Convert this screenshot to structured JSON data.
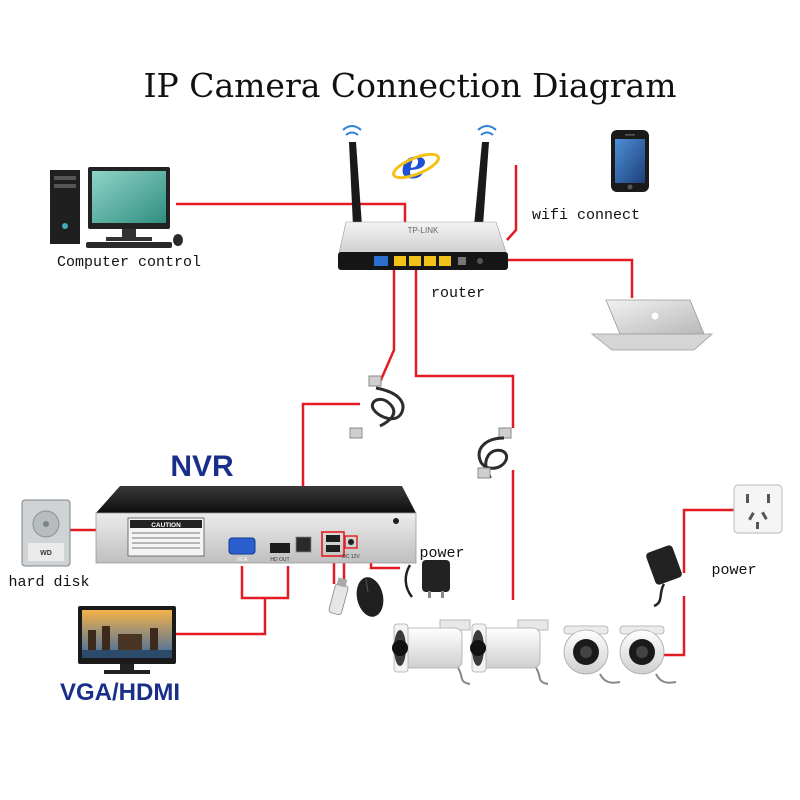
{
  "title": "IP Camera Connection Diagram",
  "labels": {
    "computer": "Computer control",
    "router": "router",
    "wifi": "wifi connect",
    "nvr": "NVR",
    "hard_disk": "hard disk",
    "nvr_power": "power",
    "camera_power": "power",
    "vga_hdmi": "VGA/HDMI",
    "router_brand": "TP-LINK",
    "nvr_port_vga": "VGA",
    "nvr_port_hdmi": "HD OUT",
    "nvr_port_dc": "DC 12V",
    "nvr_sticker_title": "CAUTION",
    "disk_brand": "WD"
  },
  "colors": {
    "wire": "#e31b23",
    "device_dark": "#1a1a1a",
    "nvr_title": "#1a2f8a",
    "ie_blue": "#1e4fd8"
  },
  "icons": [
    "desktop-computer-icon",
    "router-icon",
    "ie-logo-icon",
    "smartphone-icon",
    "laptop-icon",
    "network-cable-icon",
    "nvr-icon",
    "hard-disk-icon",
    "usb-stick-icon",
    "mouse-icon",
    "power-adapter-icon",
    "wall-socket-icon",
    "monitor-icon",
    "bullet-camera-icon",
    "dome-camera-icon"
  ]
}
